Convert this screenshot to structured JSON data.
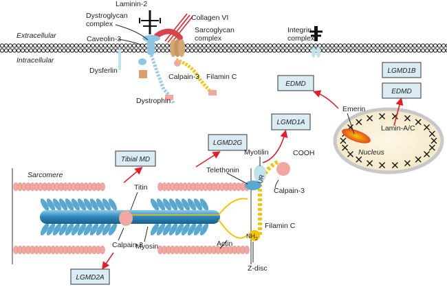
{
  "membrane": {
    "extracellular": "Extracellular",
    "intracellular": "Intracellular"
  },
  "proteins": {
    "laminin2": "Laminin-2",
    "dystroglycan_1": "Dystroglycan",
    "dystroglycan_2": "complex",
    "collagen6": "Collagen VI",
    "sarcoglycan_1": "Sarcoglycan",
    "sarcoglycan_2": "complex",
    "caveolin3": "Caveolin-3",
    "dysferlin": "Dysferlin",
    "calpain3_membrane": "Calpain-3",
    "filaminc_membrane": "Filamin C",
    "dystrophin": "Dystrophin",
    "integrin_1": "Integrin",
    "integrin_2": "complex",
    "emerin": "Emerin",
    "laminac": "Lamin-A/C",
    "nucleus": "Nucleus",
    "myotilin": "Myotilin",
    "cooh": "COOH",
    "telethonin": "Telethonin",
    "ur": "UR",
    "calpain3_zdisc": "Calpain-3",
    "sarcomere": "Sarcomere",
    "titin": "Titin",
    "calpain3_sarcomere": "Calpain-3",
    "myosin": "Myosin",
    "actin": "Actin",
    "nh2": "NH",
    "nh2_sub": "2",
    "filaminc_zdisc": "Filamin C",
    "zdisc": "Z-disc"
  },
  "diseases": {
    "edmd_emerin": "EDMD",
    "lgmd1b": "LGMD1B",
    "edmd_lamin": "EDMD",
    "lgmd1a": "LGMD1A",
    "lgmd2g": "LGMD2G",
    "tibial_md": "Tibial MD",
    "lgmd2a": "LGMD2A"
  },
  "colors": {
    "arrow": "#e0202a",
    "box_fill": "#d9ebf3",
    "actin": "#f0a8a0",
    "myosin": "#5aa8d0",
    "filamin": "#f5c400"
  }
}
